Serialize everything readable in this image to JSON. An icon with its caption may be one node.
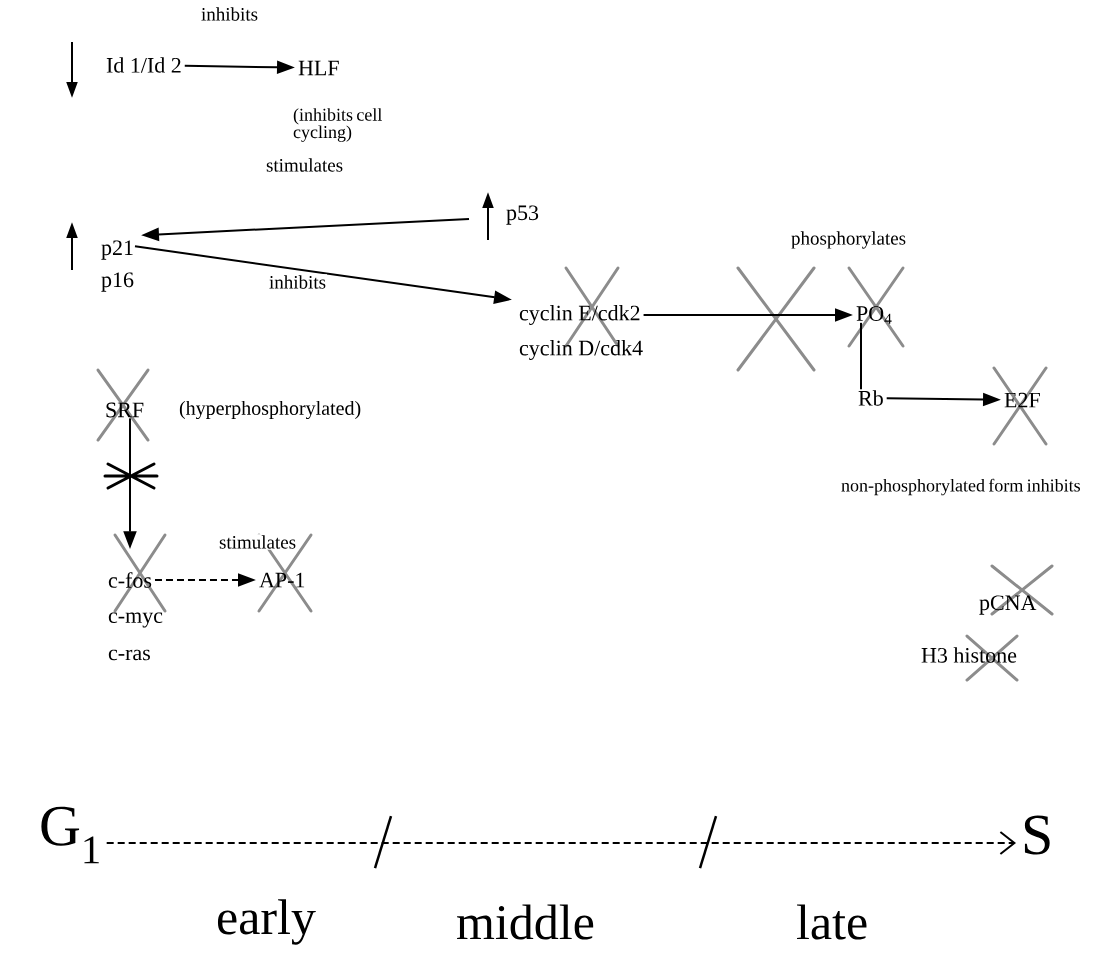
{
  "diagram": {
    "nodes": [
      {
        "text": [
          "Id 1/Id 2"
        ]
      },
      {
        "text": [
          "HLF"
        ],
        "beside": [
          "(inhibits cell cycling)"
        ]
      },
      {
        "text": [
          "p21"
        ]
      },
      {
        "text": [
          "p53"
        ]
      },
      {
        "text": [
          "cyclin E/cdk2"
        ]
      },
      {
        "text": [
          "PO$_{4}$"
        ]
      },
      {
        "text": [
          "Rb"
        ]
      },
      {
        "text": [
          "E2F"
        ]
      },
      {
        "text": [
          "SRF"
        ],
        "beside": [
          "(hyperphosphorylated)"
        ]
      },
      {
        "text": [
          "c-fos"
        ]
      },
      {
        "text": [
          "AP-1"
        ]
      },
      {
        "text": [
          "G$_{1}$"
        ]
      },
      {
        "text": [
          "S"
        ]
      }
    ],
    "edges": [
      {
        "from": 0,
        "to": 1,
        "arrow": "to",
        "label": "inhibits"
      },
      {
        "from": 3,
        "to": 2,
        "arrow": "to",
        "label": "stimulates"
      },
      {
        "from": 2,
        "to": 4,
        "arrow": "to",
        "label": "inhibits"
      },
      {
        "from": 4,
        "to": 5,
        "arrow": "to",
        "label": "phosphorylates"
      },
      {
        "from": 5,
        "to": 6,
        "arrow": "none"
      },
      {
        "from": 6,
        "to": 7,
        "arrow": "to"
      },
      {
        "from": 8,
        "to": 9,
        "arrow": "to"
      },
      {
        "from": 9,
        "to": 10,
        "arrow": "to",
        "style": "dashed",
        "label": "stimulates"
      },
      {
        "from": 11,
        "to": 12,
        "arrow": "to",
        "style": "dashed"
      }
    ],
    "labels": [
      "p16",
      "cyclin D/cdk4",
      "non-phosphorylated form inhibits",
      "c-myc",
      "c-ras",
      "pCNA",
      "H3 histone",
      "early",
      "middle",
      "late"
    ]
  }
}
